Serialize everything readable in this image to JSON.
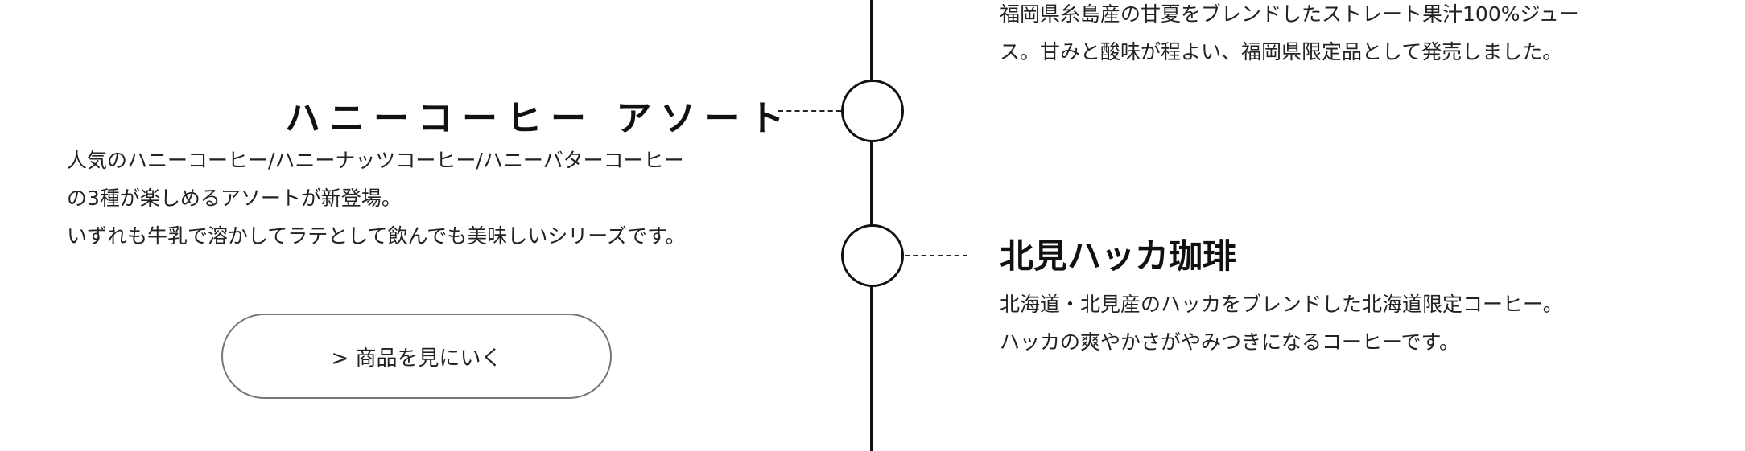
{
  "top_item": {
    "description_lines": [
      "福岡県糸島産の甘夏をブレンドしたストレート果汁100%ジュー",
      "ス。甘みと酸味が程よい、福岡県限定品として発売しました。"
    ]
  },
  "left_item": {
    "title": "ハニーコーヒー アソート",
    "description_lines": [
      "人気のハニーコーヒー/ハニーナッツコーヒー/ハニーバターコーヒー",
      "の3種が楽しめるアソートが新登場。",
      "いずれも牛乳で溶かしてラテとして飲んでも美味しいシリーズです。"
    ],
    "button_label": "> 商品を見にいく"
  },
  "right_item": {
    "title": "北見ハッカ珈琲",
    "description_lines": [
      "北海道・北見産のハッカをブレンドした北海道限定コーヒー。",
      "ハッカの爽やかさがやみつきになるコーヒーです。"
    ]
  },
  "colors": {
    "line": "#111111",
    "text": "#222222",
    "button_border": "#777777"
  }
}
